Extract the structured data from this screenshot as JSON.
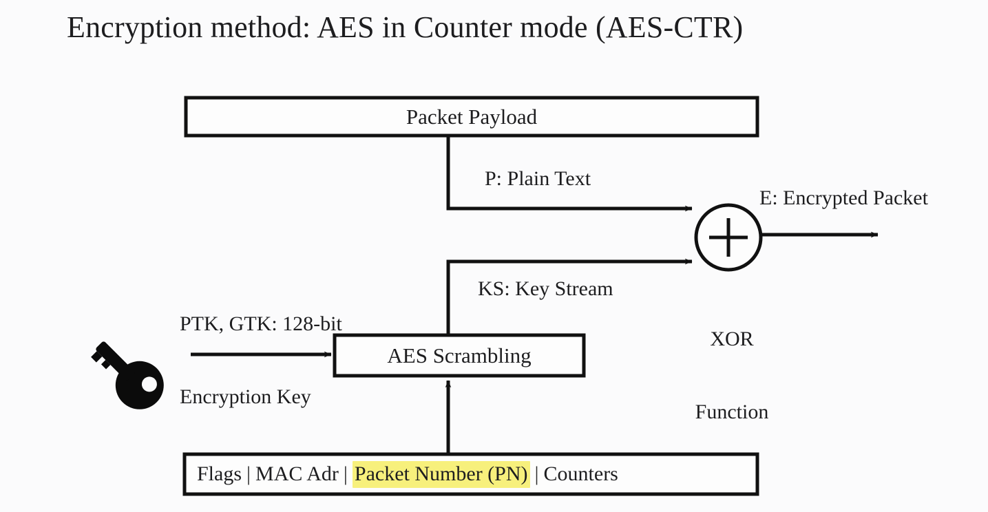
{
  "title": "Encryption method: AES in Counter mode (AES-CTR)",
  "boxes": {
    "packet_payload": "Packet Payload",
    "aes_scrambling": "AES Scrambling",
    "header_fields": {
      "full_text": "Flags | MAC Adr | Packet Number (PN) | Counters",
      "segments": [
        "Flags",
        "MAC Adr",
        "Packet Number (PN)",
        "Counters"
      ],
      "separator": "|",
      "highlighted_segment": "Packet Number (PN)",
      "highlight_color": "#f7f07c"
    }
  },
  "labels": {
    "plain_text": "P: Plain Text",
    "key_stream": "KS: Key Stream",
    "encrypted_packet": "E: Encrypted Packet",
    "xor_function_line1": "XOR",
    "xor_function_line2": "Function",
    "encryption_key_line1": "PTK, GTK: 128-bit",
    "encryption_key_line2": "Encryption Key"
  },
  "icons": {
    "key": "key-icon",
    "xor": "xor-plus-operator-icon"
  },
  "colors": {
    "background": "#fbfbfc",
    "stroke": "#111111",
    "text": "#1d1d1f",
    "highlight": "#f7f07c"
  }
}
